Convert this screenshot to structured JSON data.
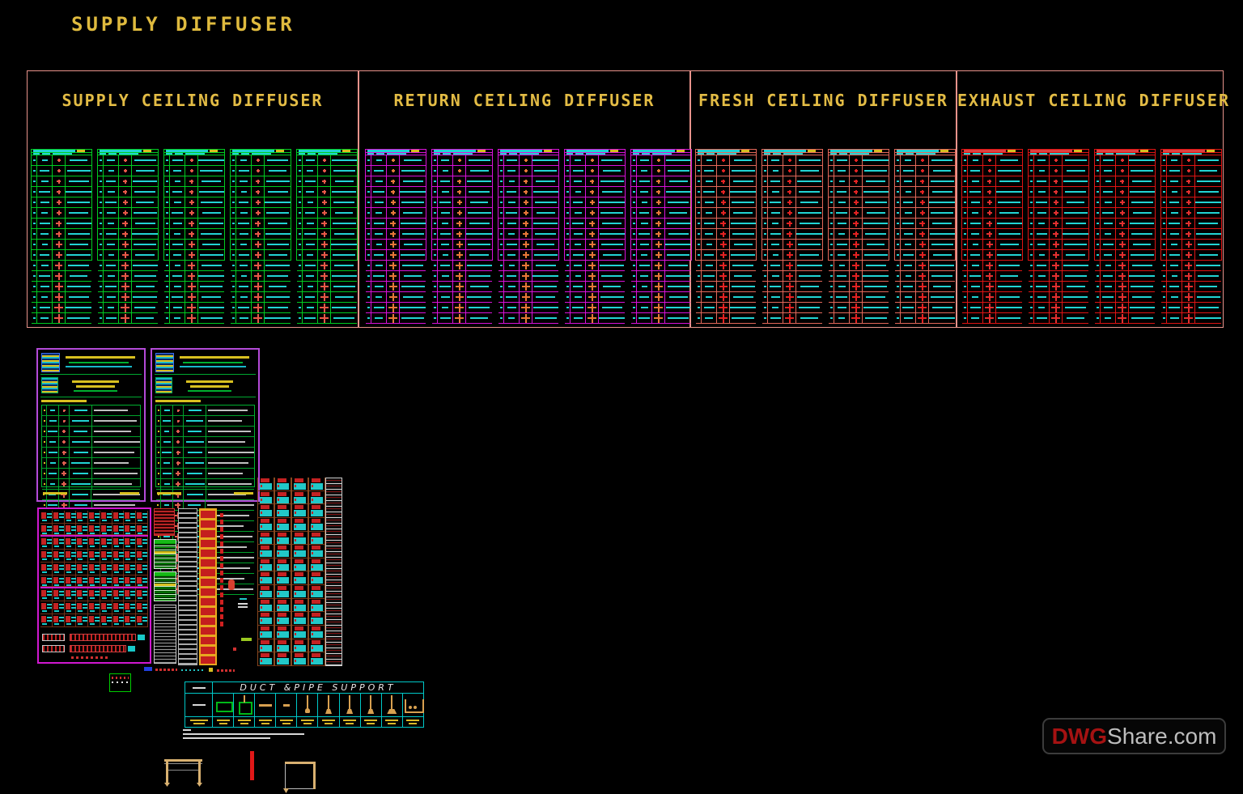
{
  "page": {
    "title": "SUPPLY DIFFUSER",
    "background": "#000000",
    "title_color": "#dfba3e"
  },
  "sections": [
    {
      "id": "supply",
      "label": "SUPPLY CEILING DIFFUSER",
      "accent": "#00cc22",
      "symbol_color": "#e85848",
      "text_color": "#22d4d4",
      "head_color": "#22d4d4",
      "table_count": 5,
      "rows_per_table": 16
    },
    {
      "id": "return",
      "label": "RETURN CEILING DIFFUSER",
      "accent": "#d912d9",
      "symbol_color": "#e87838",
      "text_color": "#22d4d4",
      "head_color": "#22d4d4",
      "table_count": 5,
      "rows_per_table": 16
    },
    {
      "id": "fresh",
      "label": "FRESH CEILING DIFFUSER",
      "accent": "#e3685a",
      "symbol_color": "#e32222",
      "text_color": "#22d4d4",
      "head_color": "#22d4d4",
      "table_count": 4,
      "rows_per_table": 16
    },
    {
      "id": "exhaust",
      "label": "EXHAUST CEILING DIFFUSER",
      "accent": "#df1414",
      "symbol_color": "#e33030",
      "text_color": "#22d4d4",
      "head_color": "#e04040",
      "table_count": 4,
      "rows_per_table": 16
    }
  ],
  "section_frame_color": "#e8938b",
  "detail_sheets": {
    "count": 2,
    "border_color": "#b44ad8",
    "rows_per_sheet": 18,
    "symbol_color": "#e06050",
    "text_color": "#22d4d4",
    "alt_text_color": "#c0c0c0",
    "accent_yellow": "#d8c020"
  },
  "fitting_grid": {
    "border_color": "#d018d0",
    "columns": 9,
    "rows": 9,
    "divider_rows": [
      1,
      5
    ]
  },
  "right_columns": {
    "count": 5,
    "cells_per_column": 14,
    "grid_color": "#8a4a20"
  },
  "support_schedule": {
    "title": "DUCT &PIPE SUPPORT",
    "border_color": "#00c8c8",
    "symbol_cells": [
      "rect",
      "rect-rod",
      "bar-long",
      "bar-short",
      "rod-s",
      "rod-m",
      "rod-m",
      "rod-m",
      "rod-w",
      "u-bracket"
    ],
    "caption_color": "#d8b828",
    "note_lines": 2
  },
  "watermark": {
    "prefix": "DWG",
    "suffix": "Share.com",
    "prefix_color": "#a51212",
    "suffix_color": "#bdbdbd"
  }
}
